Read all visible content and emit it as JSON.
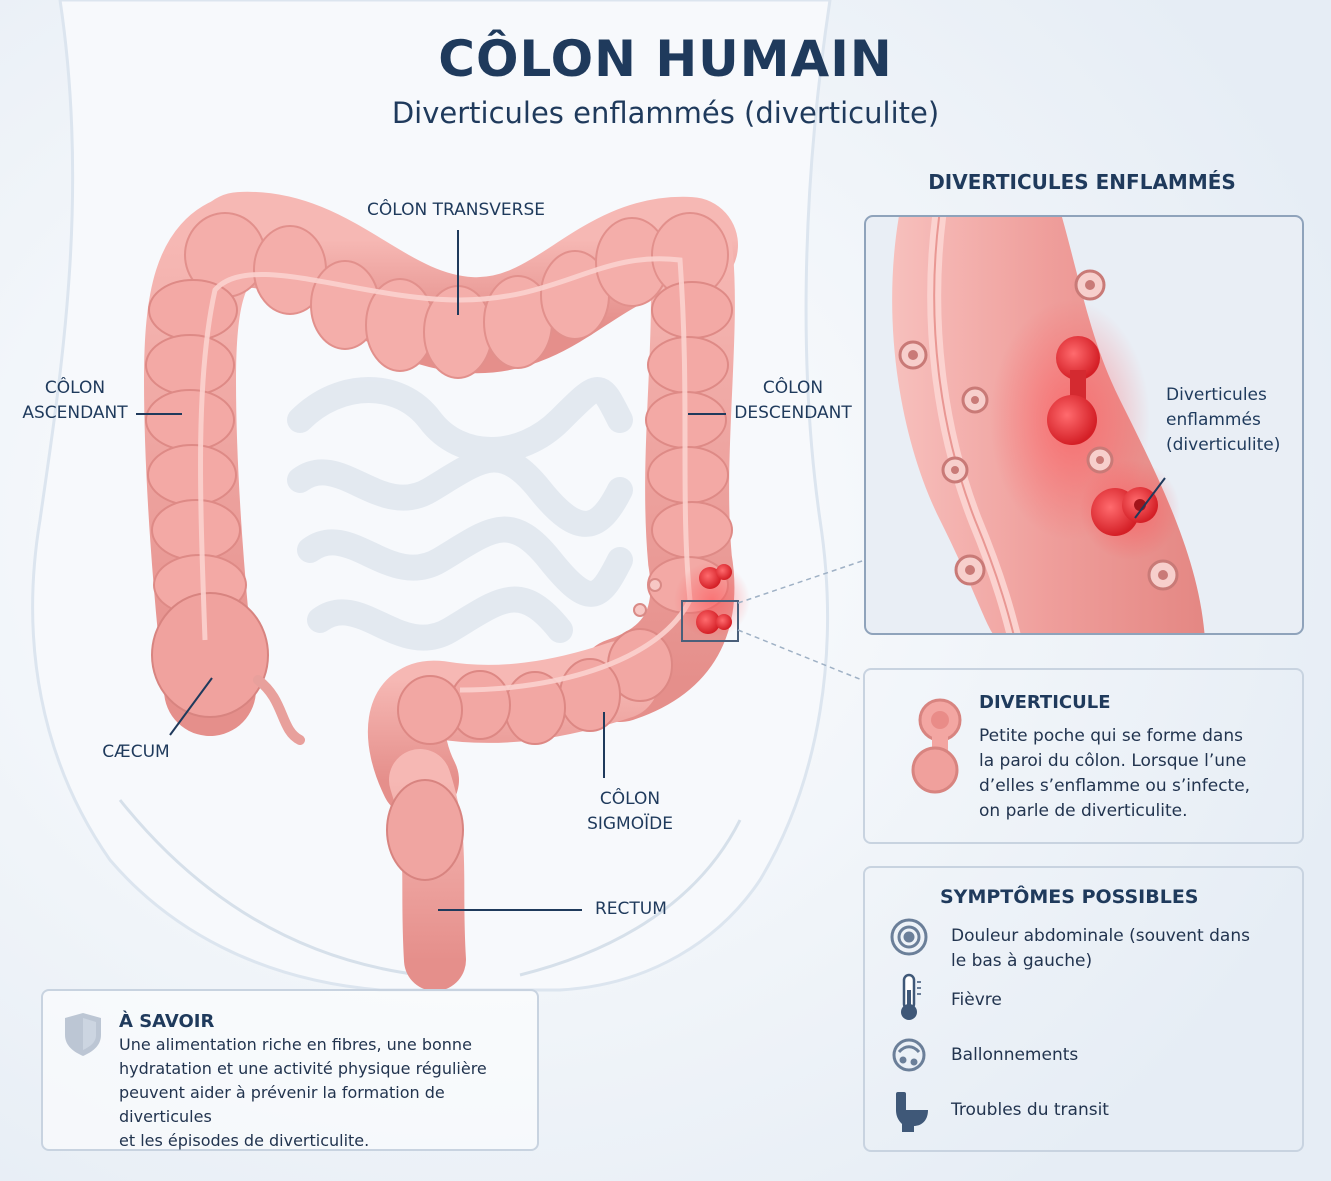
{
  "title": "CÔLON HUMAIN",
  "subtitle": "Diverticules enflammés (diverticulite)",
  "labels": {
    "transverse": "CÔLON TRANSVERSE",
    "ascendant": [
      "CÔLON",
      "ASCENDANT"
    ],
    "descendant": [
      "CÔLON",
      "DESCENDANT"
    ],
    "caecum": "CÆCUM",
    "sigmoide": [
      "CÔLON",
      "SIGMOÏDE"
    ],
    "rectum": "RECTUM"
  },
  "zoom": {
    "title": "DIVERTICULES ENFLAMMÉS",
    "callout": [
      "Diverticules",
      "enflammés",
      "(diverticulite)"
    ]
  },
  "diverticule_card": {
    "heading": "DIVERTICULE",
    "lines": [
      "Petite poche qui se forme dans",
      "la paroi du côlon. Lorsque l’une",
      "d’elles s’enflamme ou s’infecte,",
      "on parle de diverticulite."
    ],
    "icon": "diverticulum-pouch-icon"
  },
  "symptoms": {
    "heading": "SYMPTÔMES POSSIBLES",
    "items": [
      {
        "icon": "target-icon",
        "lines": [
          "Douleur abdominale (souvent dans",
          "le bas à gauche)"
        ]
      },
      {
        "icon": "thermometer-icon",
        "lines": [
          "Fièvre"
        ]
      },
      {
        "icon": "bloating-icon",
        "lines": [
          "Ballonnements"
        ]
      },
      {
        "icon": "toilet-icon",
        "lines": [
          "Troubles du transit"
        ]
      }
    ]
  },
  "info": {
    "heading": "À SAVOIR",
    "icon": "shield-icon",
    "lines": [
      "Une alimentation riche en fibres, une bonne",
      "hydratation et une activité physique régulière",
      "peuvent aider à prévenir la formation de diverticules",
      "et les épisodes de diverticulite."
    ]
  },
  "colors": {
    "navy": "#1f3a5c",
    "colon": "#f2a6a3",
    "colon_dark": "#d97f7c",
    "inflamed": "#e83a3f",
    "body": "#dfe8f2"
  }
}
